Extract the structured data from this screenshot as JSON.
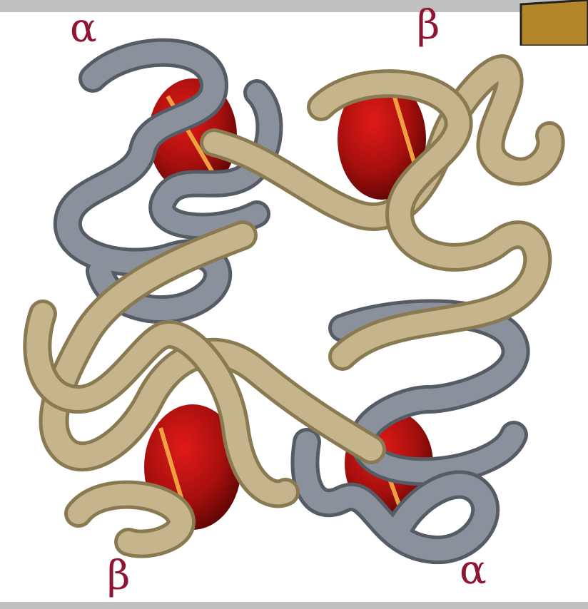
{
  "labels": {
    "top_left": "α",
    "top_right": "β",
    "bottom_left": "β",
    "bottom_right": "α"
  },
  "colors": {
    "alpha_chain": "#8a919d",
    "beta_chain": "#c6b58c",
    "heme": "#b3120f",
    "label": "#8e1533",
    "frame": "#c0c0c0",
    "corner_tab": "#b3862a"
  }
}
